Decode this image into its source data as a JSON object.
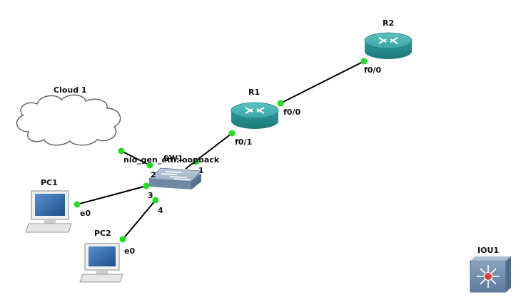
{
  "canvas": {
    "background": "#ffffff"
  },
  "colors": {
    "link": "#000000",
    "port_status_up": "#22dd22",
    "router_body": "#2a9a9a",
    "switch_body": "#8fa5bd"
  },
  "nodes": {
    "r2": {
      "name": "R2",
      "type": "router",
      "icon": "router-icon"
    },
    "r1": {
      "name": "R1",
      "type": "router",
      "icon": "router-icon"
    },
    "sw1": {
      "name": "SW1",
      "type": "ethernet-switch",
      "icon": "switch-icon"
    },
    "cloud1": {
      "name": "Cloud 1",
      "type": "cloud",
      "icon": "cloud-icon"
    },
    "pc1": {
      "name": "PC1",
      "type": "vpcs",
      "icon": "computer-icon"
    },
    "pc2": {
      "name": "PC2",
      "type": "vpcs",
      "icon": "computer-icon"
    },
    "iou1": {
      "name": "IOU1",
      "type": "iou-l3-switch",
      "icon": "multilayer-switch-icon"
    }
  },
  "ports": {
    "r2_f00": "f0/0",
    "r1_f00": "f0/0",
    "r1_f01": "f0/1",
    "sw1_p1": "1",
    "sw1_p2": "2",
    "sw1_p3": "3",
    "sw1_p4": "4",
    "cloud1_nio": "nio_gen_eth:loopback",
    "pc1_e0": "e0",
    "pc2_e0": "e0"
  },
  "links": [
    {
      "a": "R1 f0/0",
      "b": "R2 f0/0"
    },
    {
      "a": "R1 f0/1",
      "b": "SW1 1"
    },
    {
      "a": "Cloud 1 nio_gen_eth:loopback",
      "b": "SW1 2"
    },
    {
      "a": "PC1 e0",
      "b": "SW1 3"
    },
    {
      "a": "PC2 e0",
      "b": "SW1 4"
    }
  ]
}
